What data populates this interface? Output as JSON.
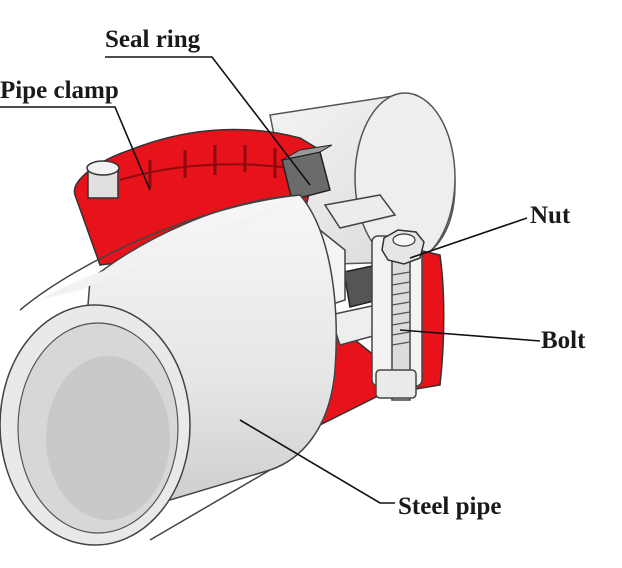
{
  "labels": {
    "seal_ring": "Seal ring",
    "pipe_clamp": "Pipe clamp",
    "nut": "Nut",
    "bolt": "Bolt",
    "steel_pipe": "Steel pipe"
  },
  "colors": {
    "clamp_red": "#e8121a",
    "clamp_dark": "#b50c12",
    "pipe_light": "#f1f1f1",
    "pipe_shade": "#cfcfcf",
    "outline": "#444444",
    "seal_gray": "#6b6b6b",
    "leader": "#111111"
  }
}
